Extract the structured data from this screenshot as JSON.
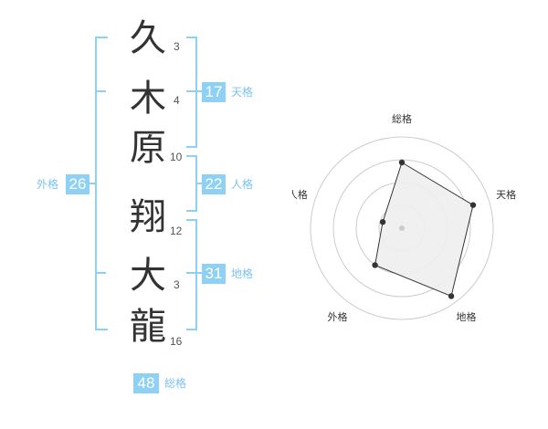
{
  "name": {
    "characters": [
      {
        "char": "久",
        "strokes": "3"
      },
      {
        "char": "木",
        "strokes": "4"
      },
      {
        "char": "原",
        "strokes": "10"
      },
      {
        "char": "翔",
        "strokes": "12"
      },
      {
        "char": "大",
        "strokes": "3"
      },
      {
        "char": "龍",
        "strokes": "16"
      }
    ]
  },
  "fortune": {
    "tenkaku": {
      "value": "17",
      "label": "天格"
    },
    "jinkaku": {
      "value": "22",
      "label": "人格"
    },
    "chikaku": {
      "value": "31",
      "label": "地格"
    },
    "gaikaku": {
      "value": "26",
      "label": "外格"
    },
    "soukaku": {
      "value": "48",
      "label": "総格"
    }
  },
  "radar": {
    "axes": [
      "総格",
      "天格",
      "地格",
      "外格",
      "人格"
    ],
    "values": [
      0.72,
      0.82,
      0.92,
      0.5,
      0.22
    ],
    "colors": {
      "fill": "#eeeeee",
      "line": "#333333",
      "grid": "#cccccc"
    }
  },
  "colors": {
    "accent": "#8fd0f5"
  }
}
